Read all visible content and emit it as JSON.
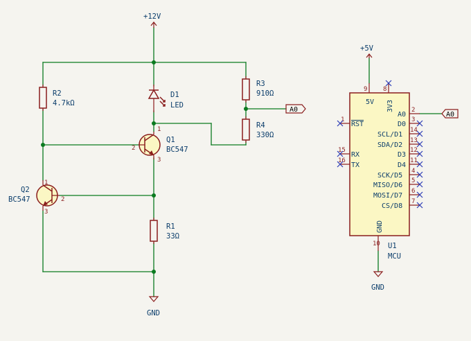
{
  "colors": {
    "background": "#f5f4ef",
    "wire": "#0a7a1f",
    "symbol": "#8a1d1d",
    "symbol_fill": "#fbf7c4",
    "text": "#0b3d6b",
    "no_connect": "#2c3bb5"
  },
  "power": {
    "vcc12": "+12V",
    "vcc5": "+5V",
    "gnd_left": "GND",
    "gnd_right": "GND"
  },
  "components": {
    "r1": {
      "ref": "R1",
      "value": "33Ω"
    },
    "r2": {
      "ref": "R2",
      "value": "4.7kΩ"
    },
    "r3": {
      "ref": "R3",
      "value": "910Ω"
    },
    "r4": {
      "ref": "R4",
      "value": "330Ω"
    },
    "d1": {
      "ref": "D1",
      "value": "LED"
    },
    "q1": {
      "ref": "Q1",
      "value": "BC547",
      "pins": {
        "b": "2",
        "c": "1",
        "e": "3"
      }
    },
    "q2": {
      "ref": "Q2",
      "value": "BC547",
      "pins": {
        "b": "2",
        "c": "1",
        "e": "3"
      }
    },
    "u1": {
      "ref": "U1",
      "value": "MCU",
      "pins": {
        "p1": {
          "name": "RST",
          "num": "1"
        },
        "p2": {
          "name": "A0",
          "num": "2"
        },
        "p3": {
          "name": "D0",
          "num": "3"
        },
        "p14": {
          "name": "SCL/D1",
          "num": "14"
        },
        "p13": {
          "name": "SDA/D2",
          "num": "13"
        },
        "p12": {
          "name": "D3",
          "num": "12"
        },
        "p11": {
          "name": "D4",
          "num": "11"
        },
        "p15": {
          "name": "RX",
          "num": "15"
        },
        "p16": {
          "name": "TX",
          "num": "16"
        },
        "p4": {
          "name": "SCK/D5",
          "num": "4"
        },
        "p5": {
          "name": "MISO/D6",
          "num": "5"
        },
        "p6": {
          "name": "MOSI/D7",
          "num": "6"
        },
        "p7": {
          "name": "CS/D8",
          "num": "7"
        },
        "p9": {
          "name": "5V",
          "num": "9"
        },
        "p8": {
          "name": "3V3",
          "num": "8"
        },
        "p10": {
          "name": "GND",
          "num": "10"
        }
      }
    }
  },
  "net_labels": {
    "a0_left": "A0",
    "a0_right": "A0"
  }
}
